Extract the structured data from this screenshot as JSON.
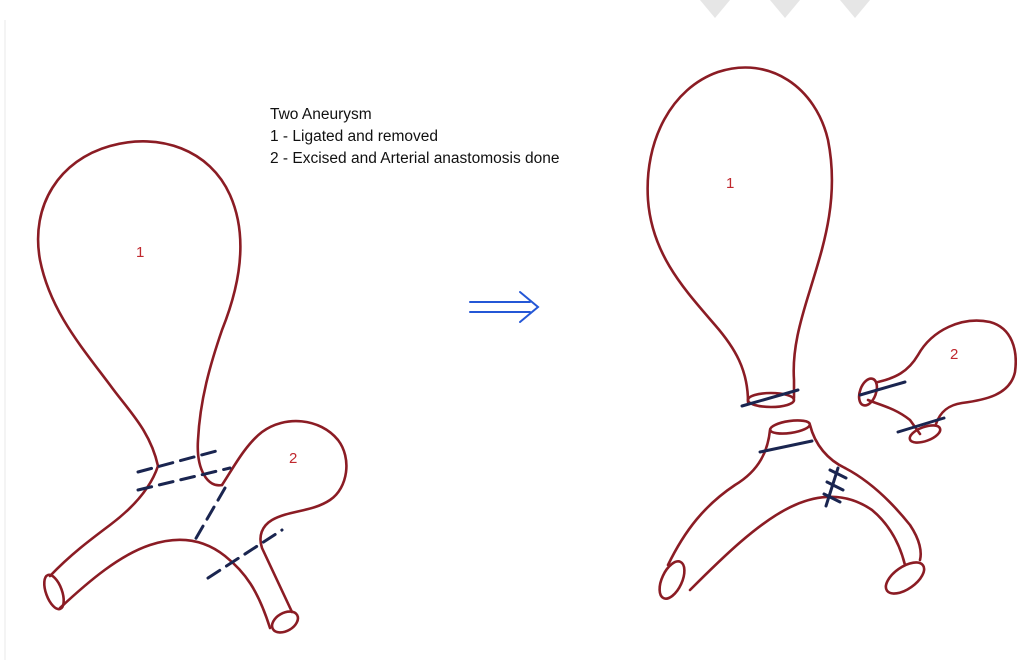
{
  "caption": {
    "title": "Two Aneurysm",
    "line1": "1 - Ligated and removed",
    "line2": "2 - Excised and Arterial anastomosis done"
  },
  "labels": {
    "before_aneurysm_1": "1",
    "before_aneurysm_2": "2",
    "after_aneurysm_1": "1",
    "after_aneurysm_2": "2"
  },
  "icons": {
    "transition": "double-arrow-right-icon"
  },
  "colors": {
    "vessel": "#8b1c24",
    "suture": "#1a2550",
    "arrow": "#2457d6",
    "label": "#c0282e"
  }
}
